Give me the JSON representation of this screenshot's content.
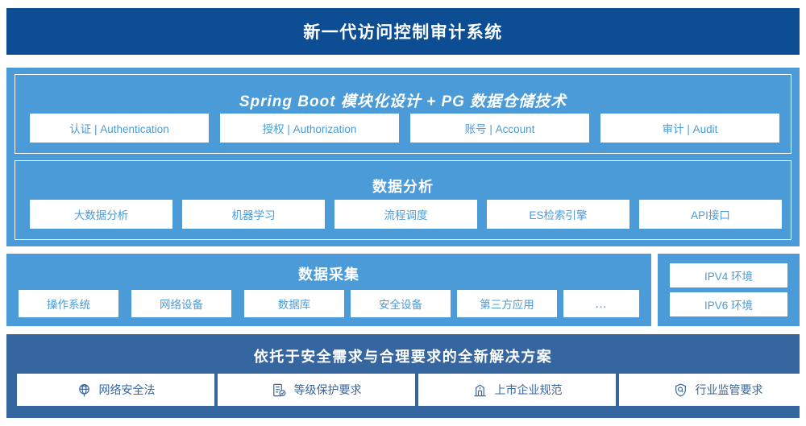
{
  "header": {
    "title": "新一代访问控制审计系统",
    "bg_color": "#0d4d94"
  },
  "colors": {
    "light_blue": "#4a9bd8",
    "dark_blue": "#35669f",
    "header_blue": "#0d4d94",
    "card_bg": "#ffffff"
  },
  "sections": {
    "springboot": {
      "title": "Spring Boot 模块化设计 + PG 数据仓储技术",
      "cards": [
        {
          "label": "认证 | Authentication"
        },
        {
          "label": "授权 | Authorization"
        },
        {
          "label": "账号 | Account"
        },
        {
          "label": "审计 | Audit"
        }
      ]
    },
    "analysis": {
      "title": "数据分析",
      "cards": [
        {
          "label": "大数据分析"
        },
        {
          "label": "机器学习"
        },
        {
          "label": "流程调度"
        },
        {
          "label": "ES检索引擎"
        },
        {
          "label": "API接口"
        }
      ]
    },
    "collect": {
      "title": "数据采集",
      "cards": [
        {
          "label": "操作系统"
        },
        {
          "label": "网络设备"
        },
        {
          "label": "数据库"
        },
        {
          "label": "安全设备"
        },
        {
          "label": "第三方应用"
        },
        {
          "label": "…"
        }
      ]
    },
    "environment": {
      "cards": [
        {
          "label": "IPV4 环境"
        },
        {
          "label": "IPV6 环境"
        }
      ]
    },
    "solution": {
      "title": "依托于安全需求与合理要求的全新解决方案",
      "cards": [
        {
          "label": "网络安全法",
          "icon": "globe-network-icon"
        },
        {
          "label": "等级保护要求",
          "icon": "document-check-icon"
        },
        {
          "label": "上市企业规范",
          "icon": "bank-building-icon"
        },
        {
          "label": "行业监管要求",
          "icon": "shield-search-icon"
        }
      ]
    }
  }
}
